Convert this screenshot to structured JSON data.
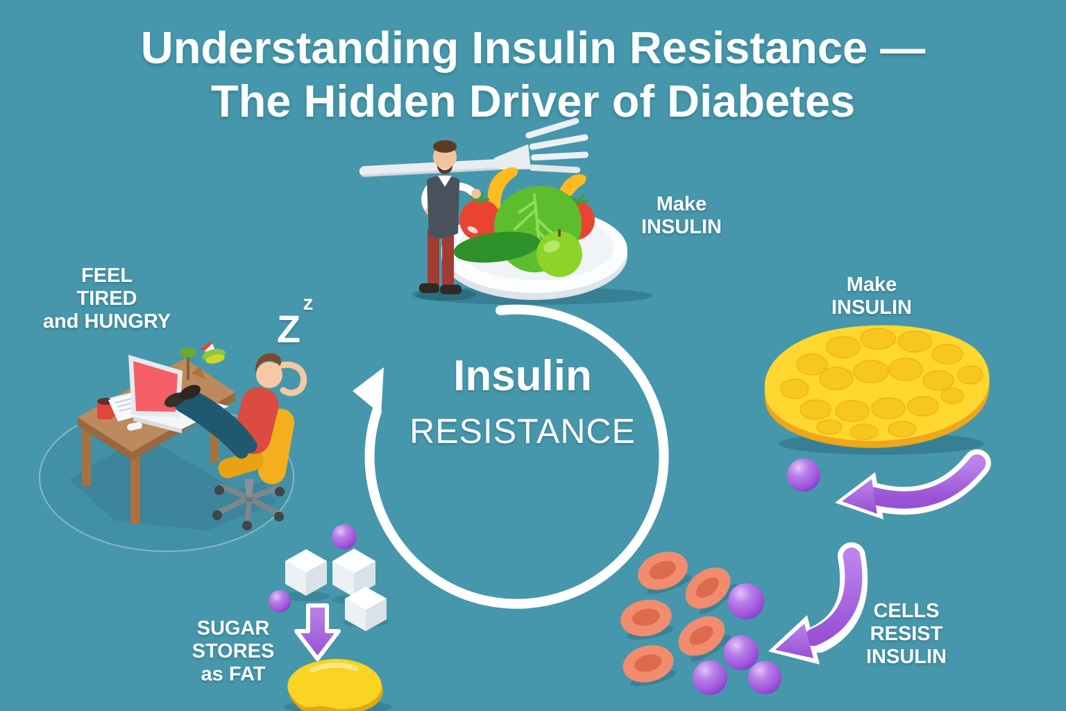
{
  "title": {
    "line1": "Understanding Insulin Resistance —",
    "line2": "The Hidden Driver of Diabetes"
  },
  "cycle_center": {
    "line1": "Insulin",
    "line2": "RESISTANCE"
  },
  "labels": {
    "make_insulin_food": {
      "line1": "Make",
      "line2": "INSULIN"
    },
    "make_insulin_pancreas": {
      "line1": "Make",
      "line2": "INSULIN"
    },
    "cells_resist_insulin": {
      "line1": "CELLS",
      "line2": "RESIST",
      "line3": "INSULIN"
    },
    "sugar_stores_as_fat": {
      "line1": "SUGAR",
      "line2": "STORES",
      "line3": "as FAT"
    },
    "feel_tired_and_hungry": {
      "line1": "FEEL",
      "line2": "TIRED",
      "line3": "and HUNGRY"
    }
  },
  "sleep_symbol": {
    "big_z": "Z",
    "small_z": "z"
  },
  "illustrations": {
    "man_with_plate": "man-eating-healthy-plate",
    "giant_fork": "fork",
    "pancreas": "pancreas-organ",
    "insulin_molecules": "purple-insulin-spheres",
    "body_cells": "red-cells-resisting-insulin",
    "sugar_cubes": "white-sugar-cubes",
    "fat_blob": "yellow-fat-blob",
    "tired_worker": "tired-man-reclining-at-desk",
    "cycle_arrow": "white-circular-cycle-arrow"
  },
  "colors": {
    "background": "#4697AB",
    "text": "#FDFEFE",
    "arrow_purple": "#A568DF",
    "insulin_sphere": "#A45EE0",
    "cell_red": "#F28C6E",
    "pancreas_yellow": "#FFD72E",
    "fat_yellow": "#F9D423",
    "chair_yellow": "#F3AF1D",
    "shirt_red": "#DC4B3F"
  }
}
